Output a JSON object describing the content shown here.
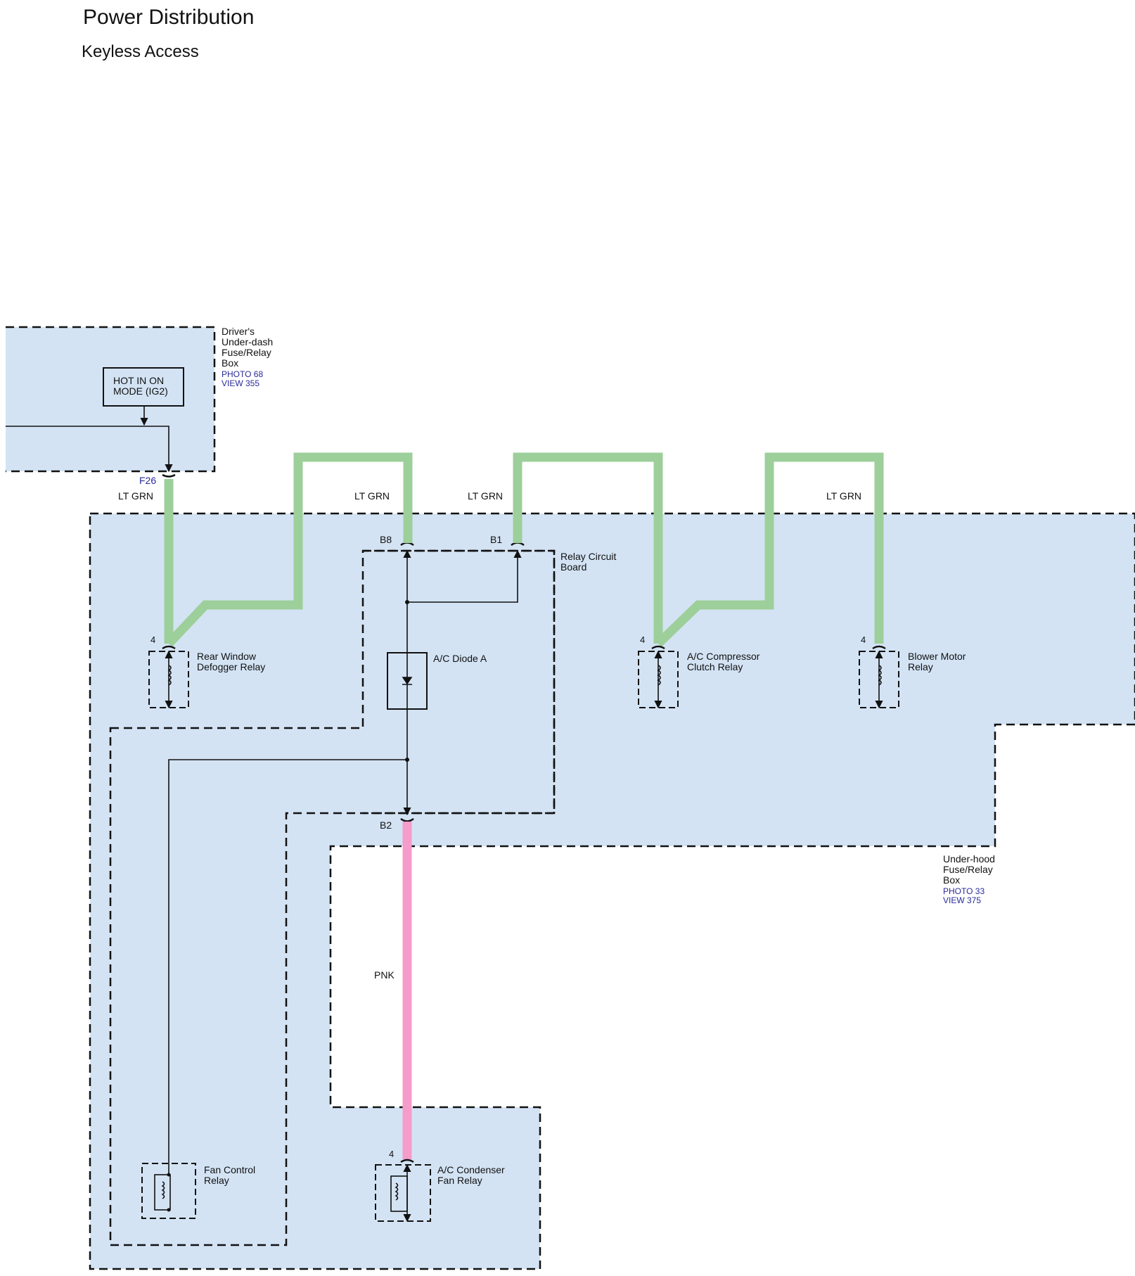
{
  "header": {
    "title": "Power Distribution",
    "subtitle": "Keyless Access"
  },
  "colors": {
    "box_fill": "#d3e3f4",
    "wire_lt_grn": "#9dcf9a",
    "wire_pnk": "#f59ccb",
    "ref_text": "#2a2a9a"
  },
  "dash_box": {
    "name_lines": [
      "Driver's",
      "Under-dash",
      "Fuse/Relay",
      "Box"
    ],
    "photo": "PHOTO 68",
    "view": "VIEW 355",
    "source_label_lines": [
      "HOT IN ON",
      "MODE (IG2)"
    ],
    "terminal": "F26"
  },
  "hood_box": {
    "name_lines": [
      "Under-hood",
      "Fuse/Relay",
      "Box"
    ],
    "photo": "PHOTO 33",
    "view": "VIEW 375"
  },
  "circuit_board": {
    "name_lines": [
      "Relay Circuit",
      "Board"
    ],
    "terminals": [
      "B8",
      "B1",
      "B2"
    ],
    "diode_label": "A/C Diode A"
  },
  "wires": {
    "w1": "LT GRN",
    "w2": "LT GRN",
    "w3": "LT GRN",
    "w4": "LT GRN",
    "w5": "PNK"
  },
  "relays": [
    {
      "name_lines": [
        "Rear Window",
        "Defogger Relay"
      ],
      "pin": "4"
    },
    {
      "name_lines": [
        "A/C Compressor",
        "Clutch Relay"
      ],
      "pin": "4"
    },
    {
      "name_lines": [
        "Blower Motor",
        "Relay"
      ],
      "pin": "4"
    },
    {
      "name_lines": [
        "Fan Control",
        "Relay"
      ],
      "pin": ""
    },
    {
      "name_lines": [
        "A/C Condenser",
        "Fan Relay"
      ],
      "pin": "4"
    }
  ]
}
